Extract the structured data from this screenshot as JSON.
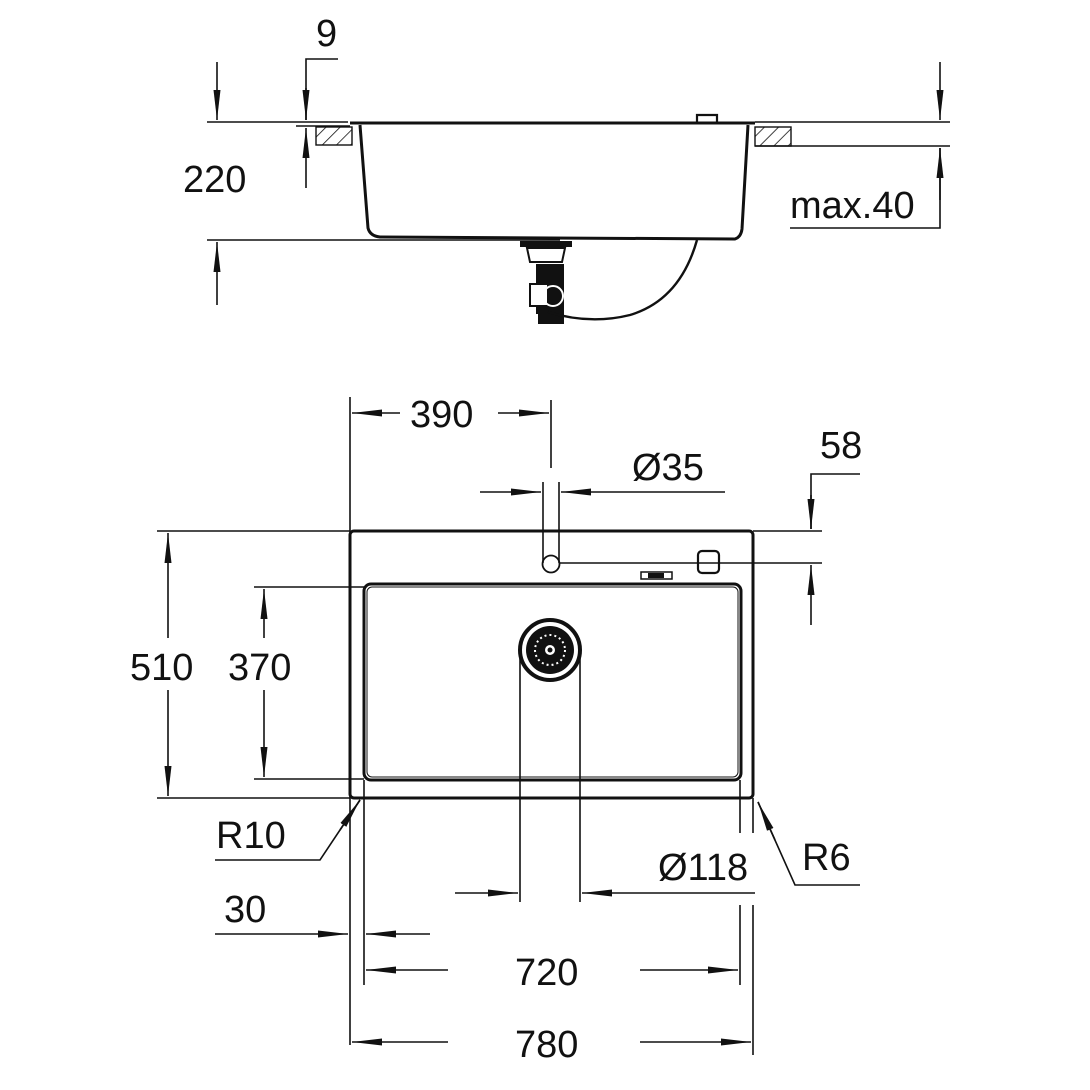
{
  "drawing": {
    "title": "Kitchen sink dimensional drawing",
    "colors": {
      "line": "#111111",
      "background": "#ffffff"
    },
    "side_view": {
      "labels": {
        "flange": "9",
        "depth": "220",
        "countertop_max": "max.40"
      }
    },
    "top_view": {
      "labels": {
        "tap_hole_offset": "390",
        "tap_hole_diameter": "Ø35",
        "tap_hole_from_edge": "58",
        "overall_depth": "510",
        "bowl_depth": "370",
        "outer_radius": "R10",
        "inner_radius": "R6",
        "waste_diameter": "Ø118",
        "rim_width": "30",
        "bowl_width": "720",
        "overall_width": "780"
      }
    }
  }
}
